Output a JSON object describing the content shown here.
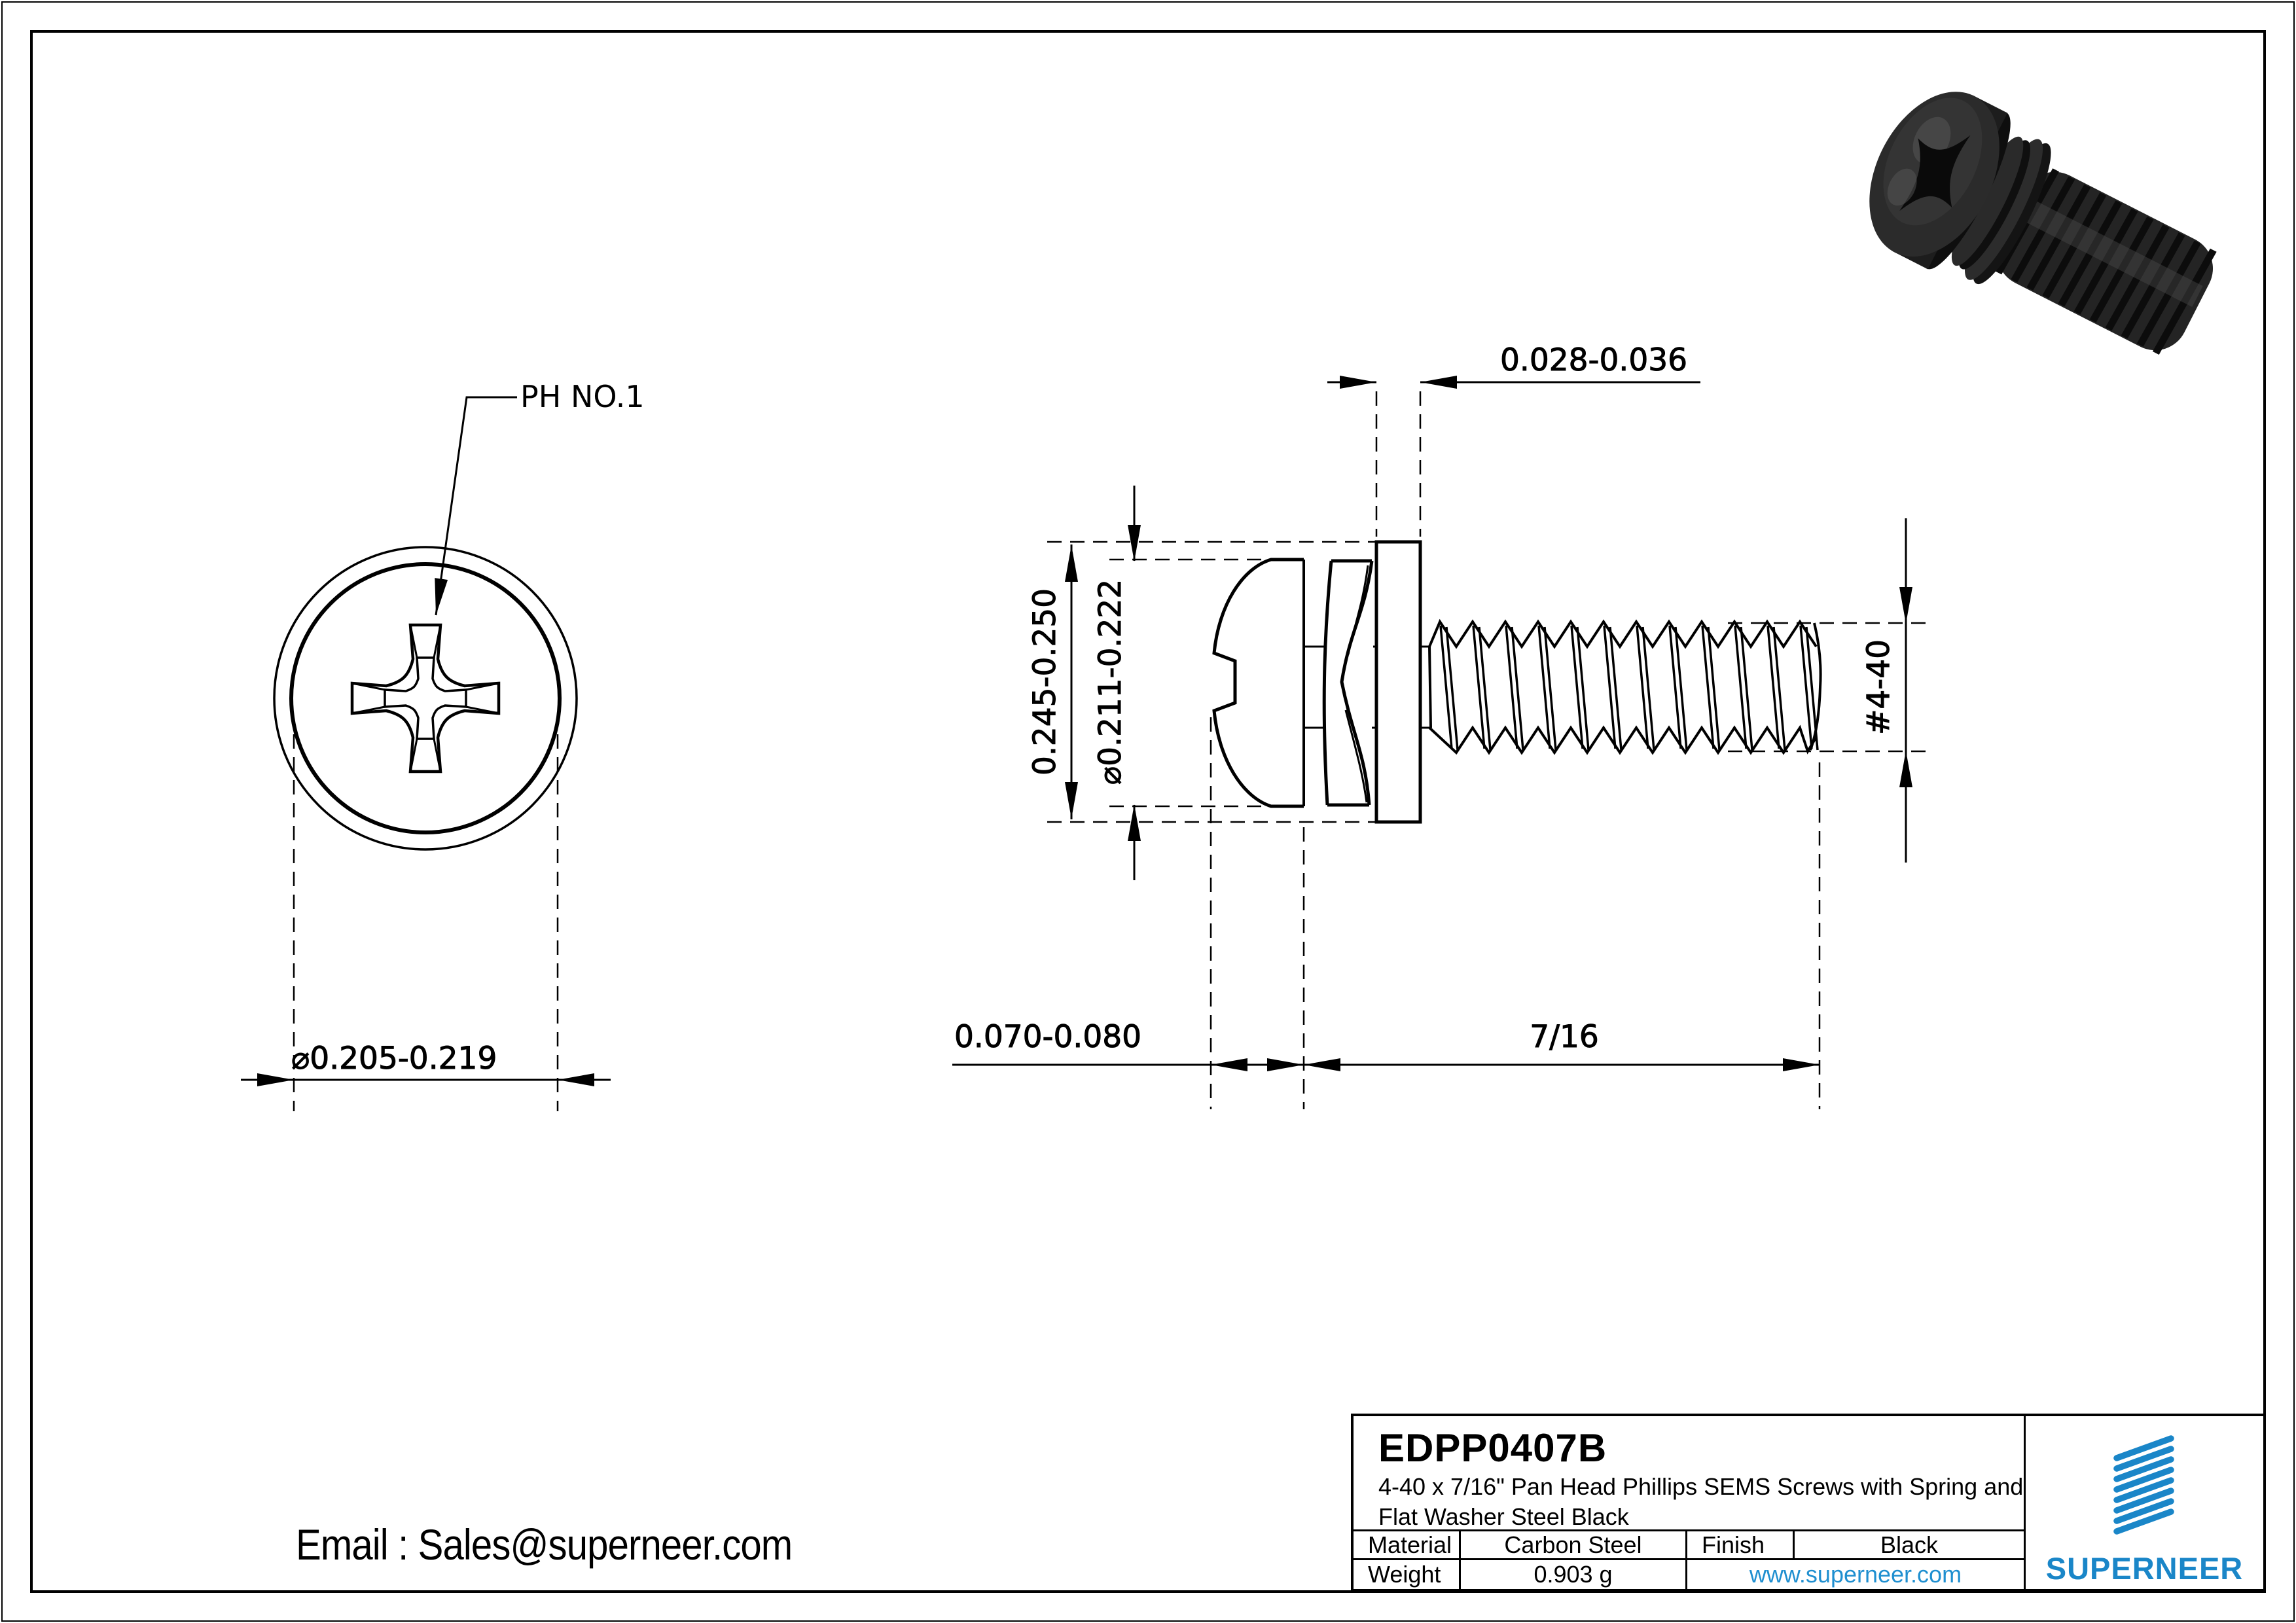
{
  "front_view": {
    "callout": "PH NO.1",
    "dim_head_diameter": "⌀0.205-0.219"
  },
  "side_view": {
    "dim_washer_od": "0.245-0.250",
    "dim_head_od": "⌀0.211-0.222",
    "dim_washer_thickness": "0.028-0.036",
    "dim_head_height": "0.070-0.080",
    "dim_thread_length": "7/16",
    "dim_thread_size": "#4-40"
  },
  "title_block": {
    "part_number": "EDPP0407B",
    "description_line1": "4-40 x 7/16\" Pan Head Phillips SEMS Screws with Spring and",
    "description_line2": "Flat Washer Steel Black",
    "material_label": "Material",
    "material_value": "Carbon Steel",
    "finish_label": "Finish",
    "finish_value": "Black",
    "weight_label": "Weight",
    "weight_value": "0.903 g",
    "website": "www.superneer.com",
    "brand": "SUPERNEER"
  },
  "footer": {
    "email": "Email : Sales@superneer.com"
  },
  "colors": {
    "line": "#000000",
    "brand_blue": "#1a86c8",
    "link_blue": "#1f8fd0"
  }
}
